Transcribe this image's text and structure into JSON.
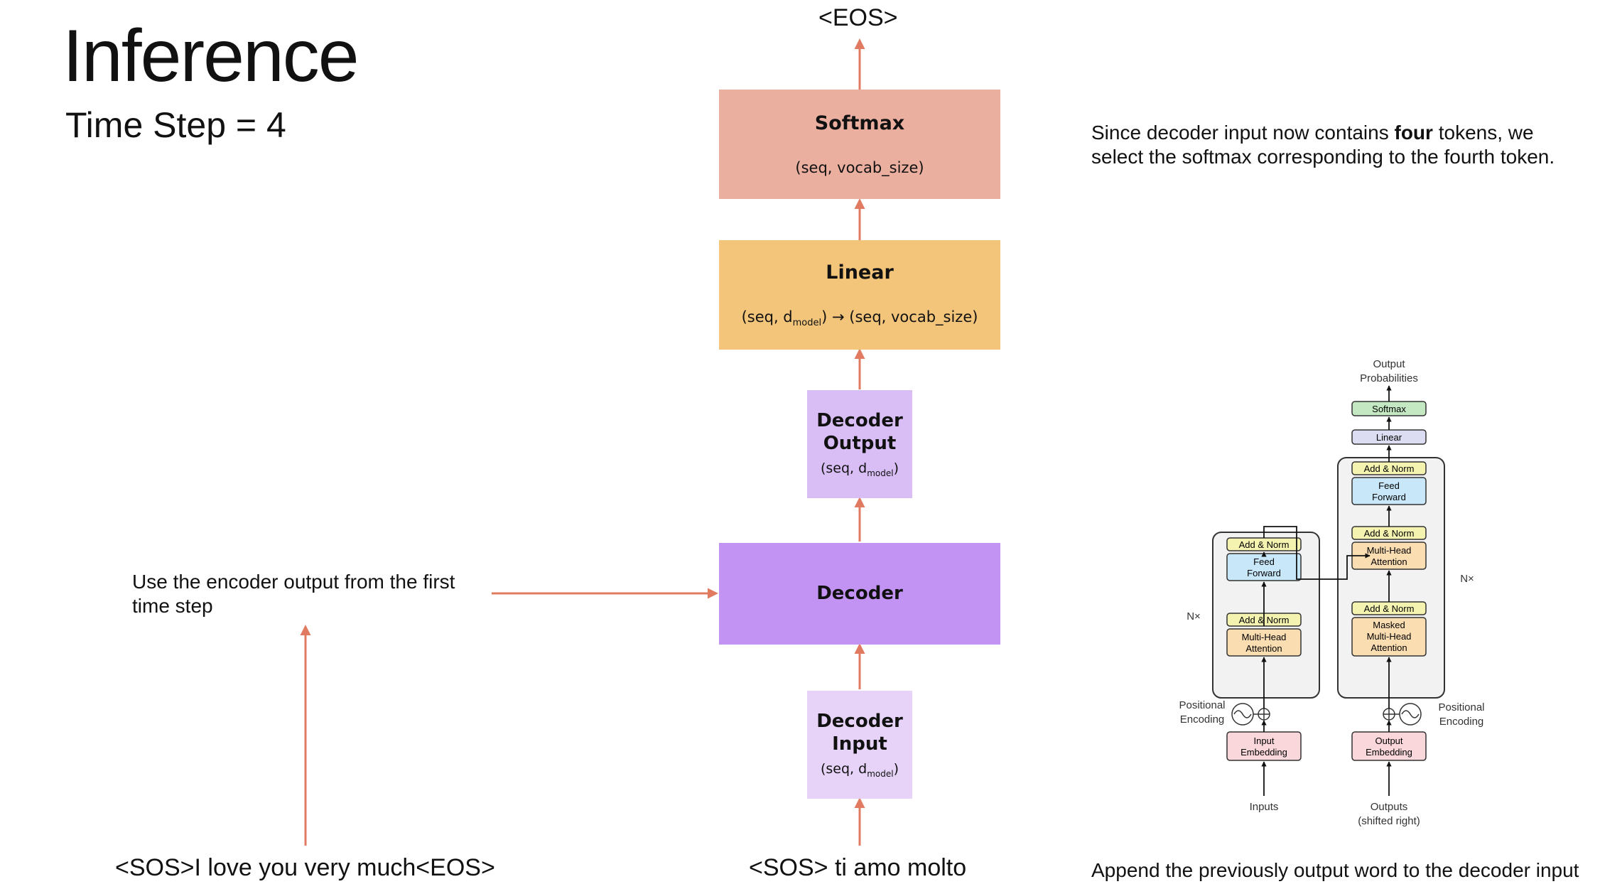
{
  "slide": {
    "title": "Inference",
    "subtitle": "Time Step = 4"
  },
  "top_output": "<EOS>",
  "stack": {
    "softmax": {
      "name": "Softmax",
      "dims": "(seq, vocab_size)",
      "color": "#EBAFA0"
    },
    "linear": {
      "name": "Linear",
      "dims_prefix": "(seq, d",
      "dims_sub": "model",
      "dims_suffix": ") → (seq, vocab_size)",
      "color": "#F2C57A"
    },
    "decoder_output": {
      "name_line1": "Decoder",
      "name_line2": "Output",
      "dims_prefix": "(seq, d",
      "dims_sub": "model",
      "dims_suffix": ")",
      "color": "#D9BEF5"
    },
    "decoder": {
      "name": "Decoder",
      "color": "#C393F3"
    },
    "decoder_input": {
      "name_line1": "Decoder",
      "name_line2": "Input",
      "dims_prefix": "(seq, d",
      "dims_sub": "model",
      "dims_suffix": ")",
      "color": "#E6D3F7"
    }
  },
  "arrow_color": "#E07B62",
  "notes": {
    "encoder_note_line1": "Use the encoder output from the first",
    "encoder_note_line2": "time step",
    "softmax_note_pre": "Since decoder input now contains ",
    "softmax_note_bold": "four",
    "softmax_note_post": " tokens, we",
    "softmax_note_line2": "select the softmax corresponding to the fourth token.",
    "append_note": "Append the previously output word to the decoder input"
  },
  "sequences": {
    "source": "<SOS>I love you very much<EOS>",
    "target": "<SOS> ti amo molto"
  },
  "transformer_diagram": {
    "output_probabilities_line1": "Output",
    "output_probabilities_line2": "Probabilities",
    "softmax": "Softmax",
    "linear": "Linear",
    "add_norm": "Add & Norm",
    "feed_forward_line1": "Feed",
    "feed_forward_line2": "Forward",
    "multi_head_line1": "Multi-Head",
    "multi_head_line2": "Attention",
    "masked_line1": "Masked",
    "masked_line2": "Multi-Head",
    "masked_line3": "Attention",
    "nx": "N×",
    "positional_line1": "Positional",
    "positional_line2": "Encoding",
    "input_embedding_line1": "Input",
    "input_embedding_line2": "Embedding",
    "output_embedding_line1": "Output",
    "output_embedding_line2": "Embedding",
    "inputs": "Inputs",
    "outputs_line1": "Outputs",
    "outputs_line2": "(shifted right)"
  }
}
